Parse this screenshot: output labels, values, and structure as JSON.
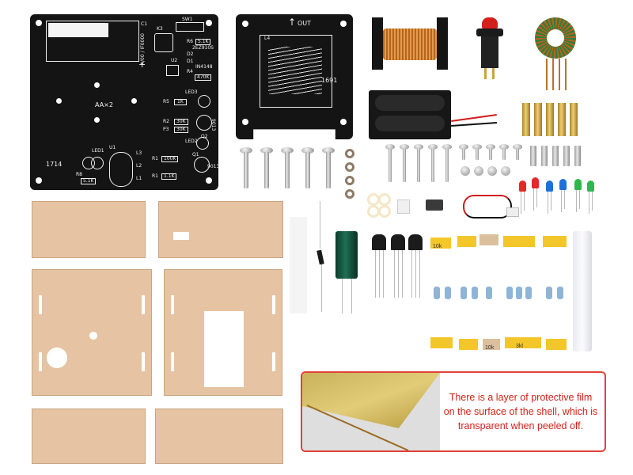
{
  "pcb_board": {
    "board_number": "1714",
    "labels": {
      "c1": "C1",
      "k3": "K3",
      "sw1": "SW1",
      "r6": "R6",
      "r6_value": "5.1K",
      "zener": "2EZ910S",
      "d2": "D2",
      "d1": "D1",
      "diode_part": "IN4148",
      "diode_part2": "A/00 / IF0000",
      "u2": "U2",
      "r4": "R4",
      "r4_value": "470K",
      "battery": "AA×2",
      "led3": "LED3",
      "r5": "R5",
      "r5_value": "1K",
      "r2": "R2",
      "r2_value": "30K",
      "p3": "P3",
      "p3_value": "30K",
      "q2": "Q2",
      "q2_part": "9013",
      "led2": "LED2",
      "r1": "R1",
      "r1_value": "100K",
      "q1": "Q1",
      "q1_part": "9013",
      "r1b": "R1",
      "r1b_value": "1.1K",
      "led1": "LED1",
      "u1": "U1",
      "l3": "L3",
      "l2": "L2",
      "l1": "L1",
      "r8": "R8",
      "r8_value": "5.1K"
    }
  },
  "coil_board": {
    "out_label": "OUT",
    "coil_label": "L4",
    "board_number": "1691"
  },
  "callout": {
    "text": "There is a layer of protective film on the surface of the shell, which is transparent when peeled off."
  },
  "resistor_tapes": {
    "top_labels": [
      "10k",
      "",
      "",
      ""
    ],
    "bottom_labels": [
      "",
      "",
      "10k",
      "3kl",
      ""
    ]
  },
  "colors": {
    "callout_border": "#e1413a",
    "callout_text": "#d6201a",
    "acrylic": "#e6c4a3",
    "pcb": "#141414"
  }
}
